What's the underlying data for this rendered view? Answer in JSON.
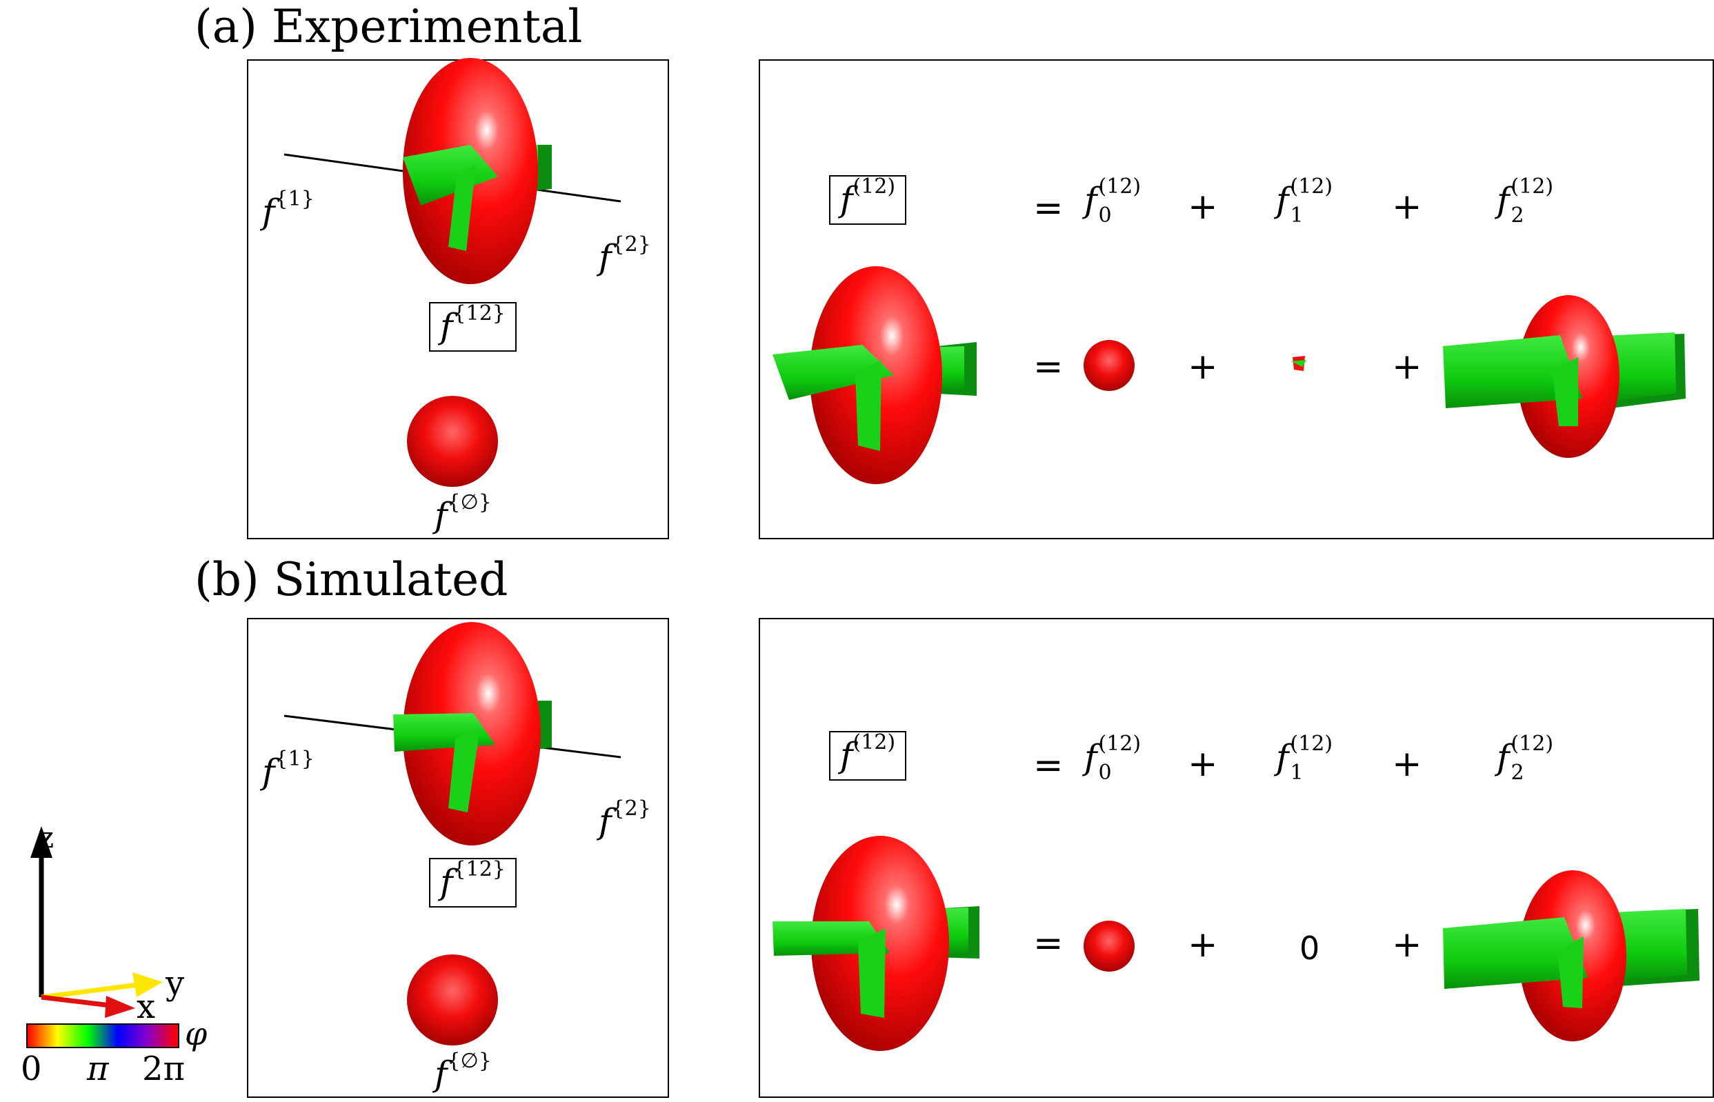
{
  "panels": {
    "a": {
      "title": "(a) Experimental",
      "left": {
        "f1": "f",
        "f1_sup": "{1}",
        "f2": "f",
        "f2_sup": "{2}",
        "f12": "f",
        "f12_sup": "{12}",
        "f0": "f",
        "f0_sup": "{∅}"
      },
      "right": {
        "f": "f",
        "sup": "(12)",
        "sub0": "0",
        "sub1": "1",
        "sub2": "2",
        "eq": "=",
        "plus": "+"
      }
    },
    "b": {
      "title": "(b) Simulated",
      "left": {
        "f1": "f",
        "f1_sup": "{1}",
        "f2": "f",
        "f2_sup": "{2}",
        "f12": "f",
        "f12_sup": "{12}",
        "f0": "f",
        "f0_sup": "{∅}"
      },
      "right": {
        "f": "f",
        "sup": "(12)",
        "sub0": "0",
        "sub1": "1",
        "sub2": "2",
        "eq": "=",
        "plus": "+",
        "zero": "0"
      }
    }
  },
  "axes": {
    "z": "z",
    "y": "y",
    "x": "x"
  },
  "colorbar": {
    "label": "φ",
    "tick0": "0",
    "tick1": "π",
    "tick2": "2π",
    "colors": [
      "#ff0000",
      "#ffff00",
      "#00ff00",
      "#0000ff",
      "#8a00c8",
      "#ff0000"
    ]
  },
  "colors": {
    "red": "#f00f0f",
    "green": "#19d619"
  }
}
